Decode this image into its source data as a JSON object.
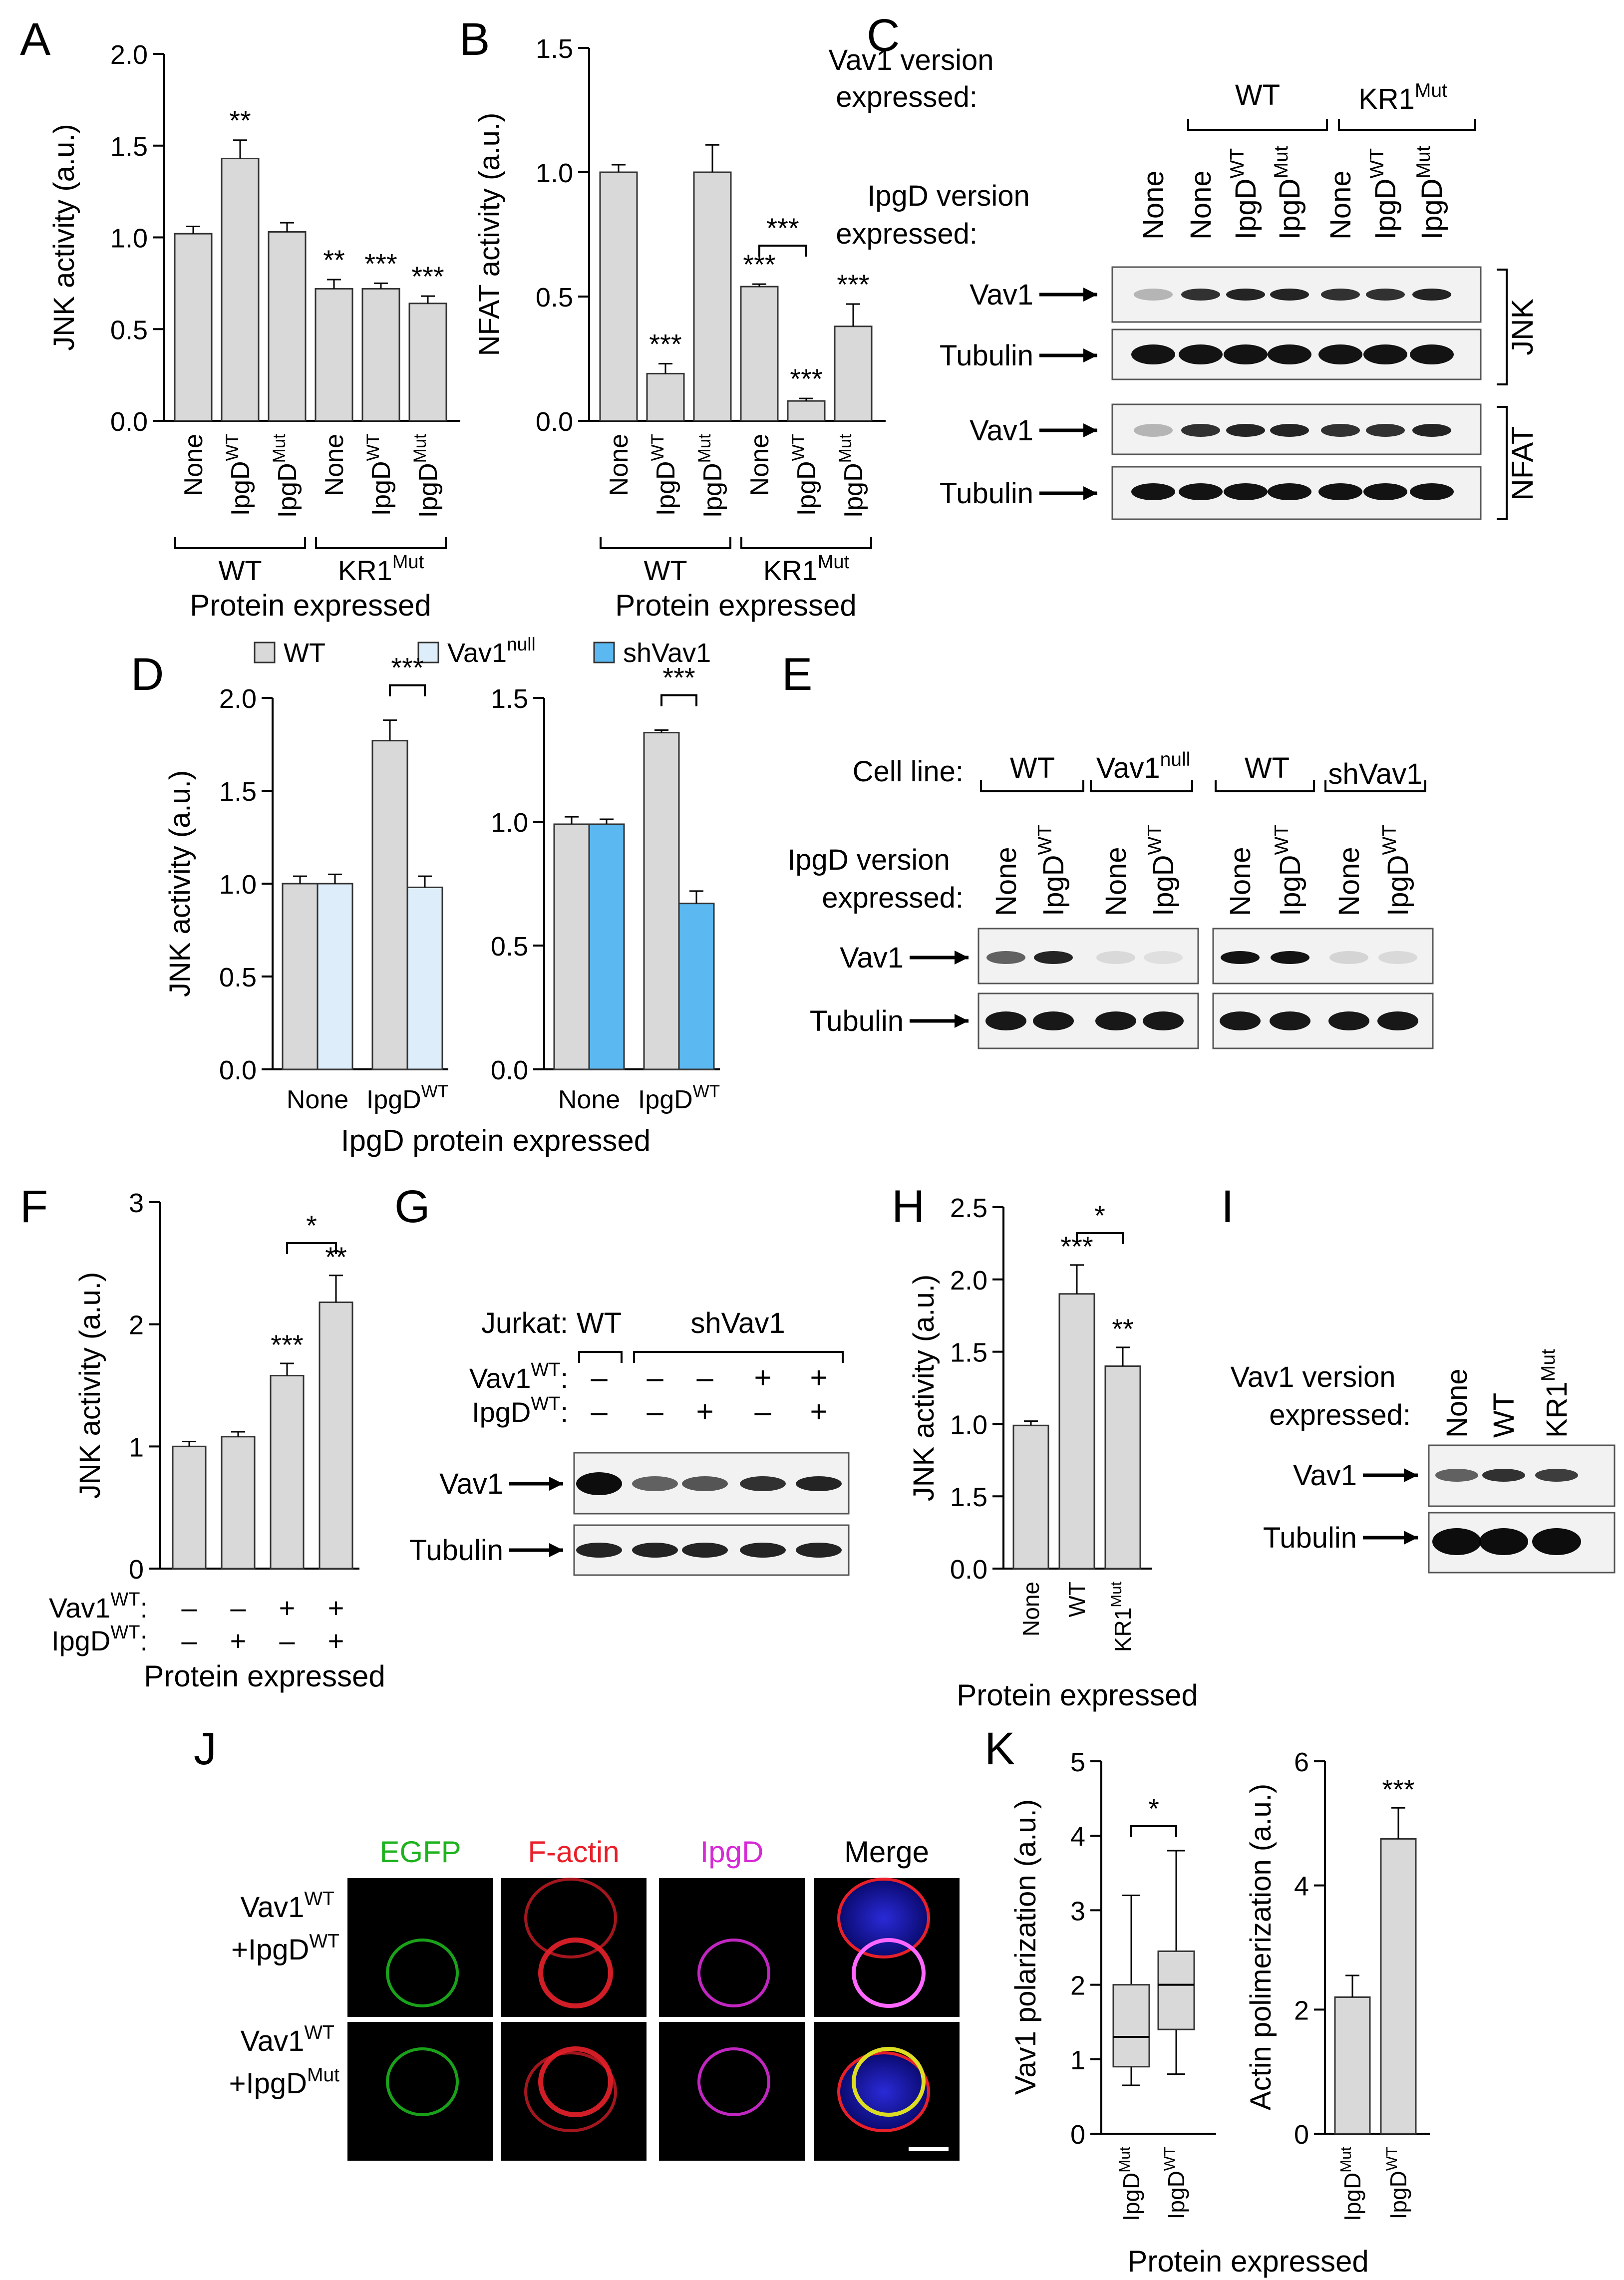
{
  "panel_letters": [
    "A",
    "B",
    "C",
    "D",
    "E",
    "F",
    "G",
    "H",
    "I",
    "J",
    "K"
  ],
  "colors": {
    "bar_gray": "#d9d9d9",
    "bar_light_blue": "#ddeefa",
    "bar_blue": "#5bb8f0",
    "egfp": "#1db31d",
    "factin": "#e8202a",
    "ipgd": "#d62ad6",
    "merge_label": "#000000"
  },
  "text": {
    "protein_expressed": "Protein expressed",
    "ipgd_protein_expressed": "IpgD protein expressed",
    "jnk_activity": "JNK activity (a.u.)",
    "nfat_activity": "NFAT activity (a.u.)",
    "vav1_polarization": "Vav1 polarization (a.u.)",
    "actin_polimerization": "Actin polimerization (a.u.)",
    "legend_wt": "WT",
    "legend_vav1null": "Vav1",
    "legend_vav1null_sup": "null",
    "legend_shvav1": "shVav1",
    "wt": "WT",
    "kr1": "KR1",
    "mut": "Mut",
    "none": "None",
    "ipgd": "IpgD",
    "sup_wt": "WT",
    "sup_mut": "Mut",
    "sup_null": "null",
    "vav1": "Vav1",
    "tubulin": "Tubulin",
    "jnk": "JNK",
    "nfat": "NFAT",
    "vav1_version": "Vav1 version",
    "expressed": "expressed:",
    "ipgd_version": "IpgD version",
    "cell_line": "Cell line:",
    "shvav1": "shVav1",
    "jurkat": "Jurkat:",
    "vav1wt_row": "Vav1",
    "ipgdwt_row": "IpgD",
    "plus": "+",
    "minus": "–",
    "egfp": "EGFP",
    "factin": "F-actin",
    "merge": "Merge",
    "row1a": "Vav1",
    "row1b": "+IpgD",
    "row2a": "Vav1",
    "row2b": "+IpgD",
    "star1": "*",
    "star2": "**",
    "star3": "***"
  },
  "chart_data": [
    {
      "panel": "A",
      "type": "bar",
      "ylabel": "JNK activity (a.u.)",
      "xlabel": "Protein expressed",
      "ylim": [
        0,
        2.0
      ],
      "yticks": [
        "0.0",
        "0.5",
        "1.0",
        "1.5",
        "2.0"
      ],
      "groups": [
        "WT",
        "KR1Mut"
      ],
      "categories": [
        "None",
        "IpgDWT",
        "IpgDMut",
        "None",
        "IpgDWT",
        "IpgDMut"
      ],
      "values": [
        1.02,
        1.43,
        1.03,
        0.72,
        0.72,
        0.64
      ],
      "errors": [
        0.04,
        0.1,
        0.05,
        0.05,
        0.03,
        0.04
      ],
      "significance": [
        "",
        "**",
        "",
        "**",
        "***",
        "***"
      ]
    },
    {
      "panel": "B",
      "type": "bar",
      "ylabel": "NFAT activity (a.u.)",
      "xlabel": "Protein expressed",
      "ylim": [
        0,
        1.5
      ],
      "yticks": [
        "0.0",
        "0.5",
        "1.0",
        "1.5"
      ],
      "groups": [
        "WT",
        "KR1Mut"
      ],
      "categories": [
        "None",
        "IpgDWT",
        "IpgDMut",
        "None",
        "IpgDWT",
        "IpgDMut"
      ],
      "values": [
        1.0,
        0.19,
        1.0,
        0.54,
        0.08,
        0.38
      ],
      "errors": [
        0.03,
        0.04,
        0.11,
        0.01,
        0.01,
        0.09
      ],
      "significance": [
        "",
        "***",
        "",
        "***",
        "***",
        "***"
      ],
      "brackets": [
        {
          "from": 3,
          "to": 4,
          "label": "***"
        }
      ]
    },
    {
      "panel": "D-left",
      "type": "bar",
      "ylabel": "JNK activity (a.u.)",
      "xlabel": "IpgD protein expressed",
      "ylim": [
        0,
        2.0
      ],
      "yticks": [
        "0.0",
        "0.5",
        "1.0",
        "1.5",
        "2.0"
      ],
      "categories": [
        "None",
        "IpgDWT"
      ],
      "series": [
        {
          "name": "WT",
          "values": [
            1.0,
            1.77
          ],
          "errors": [
            0.04,
            0.11
          ]
        },
        {
          "name": "Vav1null",
          "values": [
            1.0,
            0.98
          ],
          "errors": [
            0.05,
            0.06
          ]
        }
      ],
      "brackets": [
        {
          "label": "***"
        }
      ]
    },
    {
      "panel": "D-right",
      "type": "bar",
      "ylabel": "",
      "xlabel": "IpgD protein expressed",
      "ylim": [
        0,
        1.5
      ],
      "yticks": [
        "0.0",
        "0.5",
        "1.0",
        "1.5"
      ],
      "categories": [
        "None",
        "IpgDWT"
      ],
      "series": [
        {
          "name": "WT",
          "values": [
            0.99,
            1.36
          ],
          "errors": [
            0.03,
            0.01
          ]
        },
        {
          "name": "shVav1",
          "values": [
            0.99,
            0.67
          ],
          "errors": [
            0.02,
            0.05
          ]
        }
      ],
      "brackets": [
        {
          "label": "***"
        }
      ]
    },
    {
      "panel": "F",
      "type": "bar",
      "ylabel": "JNK activity (a.u.)",
      "xlabel": "Protein expressed",
      "ylim": [
        0,
        3
      ],
      "yticks": [
        "0",
        "1",
        "2",
        "3"
      ],
      "rows": [
        {
          "label": "Vav1WT:",
          "values": [
            "–",
            "–",
            "+",
            "+"
          ]
        },
        {
          "label": "IpgDWT:",
          "values": [
            "–",
            "+",
            "–",
            "+"
          ]
        }
      ],
      "values": [
        1.0,
        1.08,
        1.58,
        2.18
      ],
      "errors": [
        0.04,
        0.04,
        0.1,
        0.22
      ],
      "significance": [
        "",
        "",
        "***",
        "**"
      ],
      "brackets": [
        {
          "from": 2,
          "to": 3,
          "label": "*"
        }
      ]
    },
    {
      "panel": "H",
      "type": "bar",
      "ylabel": "JNK activity (a.u.)",
      "xlabel": "Protein expressed",
      "ylim": [
        0,
        2.5
      ],
      "yticks": [
        "0.0",
        "1.5",
        "1.0",
        "1.5",
        "2.0",
        "2.5"
      ],
      "categories": [
        "None",
        "WT",
        "KR1Mut"
      ],
      "values": [
        0.99,
        1.9,
        1.4
      ],
      "errors": [
        0.03,
        0.2,
        0.13
      ],
      "significance": [
        "",
        "***",
        "**"
      ],
      "brackets": [
        {
          "from": 1,
          "to": 2,
          "label": "*"
        }
      ]
    },
    {
      "panel": "K-left",
      "type": "box",
      "ylabel": "Vav1 polarization (a.u.)",
      "xlabel": "Protein expressed",
      "ylim": [
        0,
        5
      ],
      "yticks": [
        "0",
        "1",
        "2",
        "3",
        "4",
        "5"
      ],
      "categories": [
        "IpgDMut",
        "IpgDWT"
      ],
      "boxes": [
        {
          "min": 0.65,
          "q1": 0.9,
          "median": 1.3,
          "q3": 2.0,
          "max": 3.2
        },
        {
          "min": 0.8,
          "q1": 1.4,
          "median": 2.0,
          "q3": 2.45,
          "max": 3.8
        }
      ],
      "brackets": [
        {
          "label": "*"
        }
      ]
    },
    {
      "panel": "K-right",
      "type": "bar",
      "ylabel": "Actin polimerization (a.u.)",
      "xlabel": "Protein expressed",
      "ylim": [
        0,
        6
      ],
      "yticks": [
        "0",
        "2",
        "4",
        "6"
      ],
      "categories": [
        "IpgDMut",
        "IpgDWT"
      ],
      "values": [
        2.2,
        4.75
      ],
      "errors": [
        0.35,
        0.5
      ],
      "significance": [
        "",
        "***"
      ]
    }
  ]
}
